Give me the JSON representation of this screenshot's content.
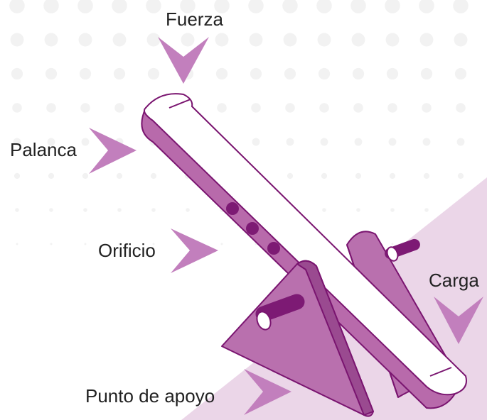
{
  "labels": {
    "force": "Fuerza",
    "lever": "Palanca",
    "hole": "Orificio",
    "load": "Carga",
    "fulcrum": "Punto de apoyo"
  },
  "colors": {
    "arrow": "#c27fbd",
    "outline": "#7a1570",
    "lever_side": "#b86aab",
    "lever_top": "#ffffff",
    "support": "#b970ae",
    "support_dark": "#9a4a90",
    "hole": "#7d1a74",
    "axle": "#7d1a74",
    "background_triangle": "#ebd6e8",
    "dots": "#f2f2f2"
  },
  "icons": {
    "force_arrow": "arrow-down-icon",
    "lever_arrow": "arrow-right-icon",
    "hole_arrow": "arrow-right-icon",
    "load_arrow": "arrow-down-icon",
    "fulcrum_arrow": "arrow-right-icon"
  }
}
